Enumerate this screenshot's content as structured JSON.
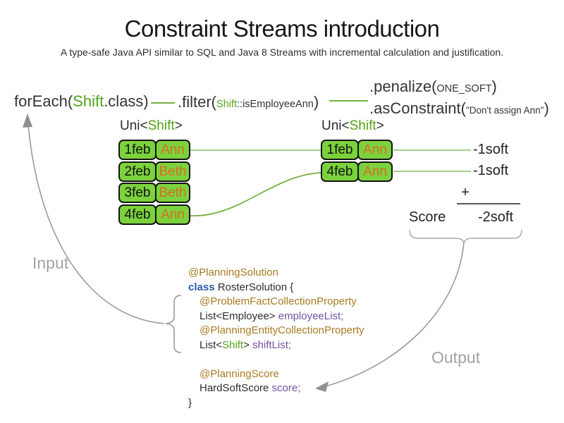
{
  "title": "Constraint Streams introduction",
  "subtitle": "A type-safe Java API similar to SQL and Java 8 Streams with incremental calculation and justification.",
  "flow": {
    "foreach": {
      "pre": "forEach(",
      "type": "Shift",
      "post": ".class)"
    },
    "filter": {
      "pre": ".filter(",
      "arg_type": "Shift",
      "arg_rest": "::isEmployeeAnn",
      "close": ")"
    },
    "penalize": {
      "pre": ".penalize(",
      "arg": "ONE_SOFT",
      "close": ")"
    },
    "as_constraint": {
      "pre": ".asConstraint(",
      "arg": "\"Don't assign Ann\"",
      "close": ")"
    }
  },
  "streams": {
    "input": {
      "title_pre": "Uni<",
      "title_type": "Shift",
      "title_post": ">",
      "rows": [
        {
          "date": "1feb",
          "employee": "Ann"
        },
        {
          "date": "2feb",
          "employee": "Beth"
        },
        {
          "date": "3feb",
          "employee": "Beth"
        },
        {
          "date": "4feb",
          "employee": "Ann"
        }
      ]
    },
    "filtered": {
      "title_pre": "Uni<",
      "title_type": "Shift",
      "title_post": ">",
      "rows": [
        {
          "date": "1feb",
          "employee": "Ann"
        },
        {
          "date": "4feb",
          "employee": "Ann"
        }
      ]
    }
  },
  "score_panel": {
    "penalties": [
      "-1soft",
      "-1soft"
    ],
    "plus": "+",
    "label": "Score",
    "total": "-2soft"
  },
  "labels": {
    "input": "Input",
    "output": "Output"
  },
  "code": {
    "annotation_solution": "@PlanningSolution",
    "kw_class": "class",
    "class_decl": " RosterSolution {",
    "annotation_fact": "@ProblemFactCollectionProperty",
    "employee_type": "List<Employee> ",
    "employee_var": "employeeList;",
    "annotation_entity": "@PlanningEntityCollectionProperty",
    "shift_pre": "List<",
    "shift_type": "Shift",
    "shift_post": "> ",
    "shift_var": "shiftList;",
    "annotation_score": "@PlanningScore",
    "score_type": "HardSoftScore ",
    "score_var": "score;",
    "close_brace": "}"
  },
  "colors": {
    "accent_green_text": "#55a317",
    "table_green_fill": "#7bd23d",
    "employee_orange": "#d96d1f",
    "annotation_gold": "#a87b21",
    "keyword_blue": "#2b5cad",
    "variable_purple": "#7253a1",
    "connector_light_green": "#a9d18e",
    "connector_green": "#76b041",
    "arrow_gray": "#9b9b9b",
    "label_gray": "#a3a3a3"
  }
}
